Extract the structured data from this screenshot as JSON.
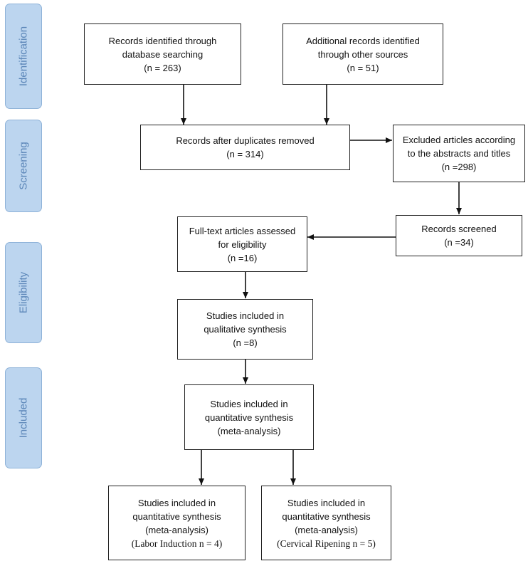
{
  "phases": {
    "identification": "Identification",
    "screening": "Screening",
    "eligibility": "Eligibility",
    "included": "Included"
  },
  "boxes": {
    "records_identified": {
      "line1": "Records identified through",
      "line2": "database searching",
      "line3": "(n = 263)"
    },
    "additional_records": {
      "line1": "Additional records identified",
      "line2": "through other sources",
      "line3": "(n = 51)"
    },
    "duplicates_removed": {
      "line1": "Records after duplicates removed",
      "line2": "(n = 314)"
    },
    "excluded_articles": {
      "line1": "Excluded articles according",
      "line2": "to the abstracts and titles",
      "line3": "(n =298)"
    },
    "records_screened": {
      "line1": "Records screened",
      "line2": "(n =34)"
    },
    "full_text": {
      "line1": "Full-text articles assessed",
      "line2": "for eligibility",
      "line3": "(n =16)"
    },
    "qualitative": {
      "line1": "Studies included in",
      "line2": "qualitative synthesis",
      "line3": "(n =8)"
    },
    "quantitative": {
      "line1": "Studies included in",
      "line2": "quantitative synthesis",
      "line3": "(meta-analysis)"
    },
    "labor_induction": {
      "line1": "Studies included in",
      "line2": "quantitative synthesis",
      "line3": "(meta-analysis)",
      "line4": "(Labor Induction n = 4)"
    },
    "cervical_ripening": {
      "line1": "Studies included in",
      "line2": "quantitative synthesis",
      "line3": "(meta-analysis)",
      "line4": "(Cervical Ripening n = 5)"
    }
  }
}
